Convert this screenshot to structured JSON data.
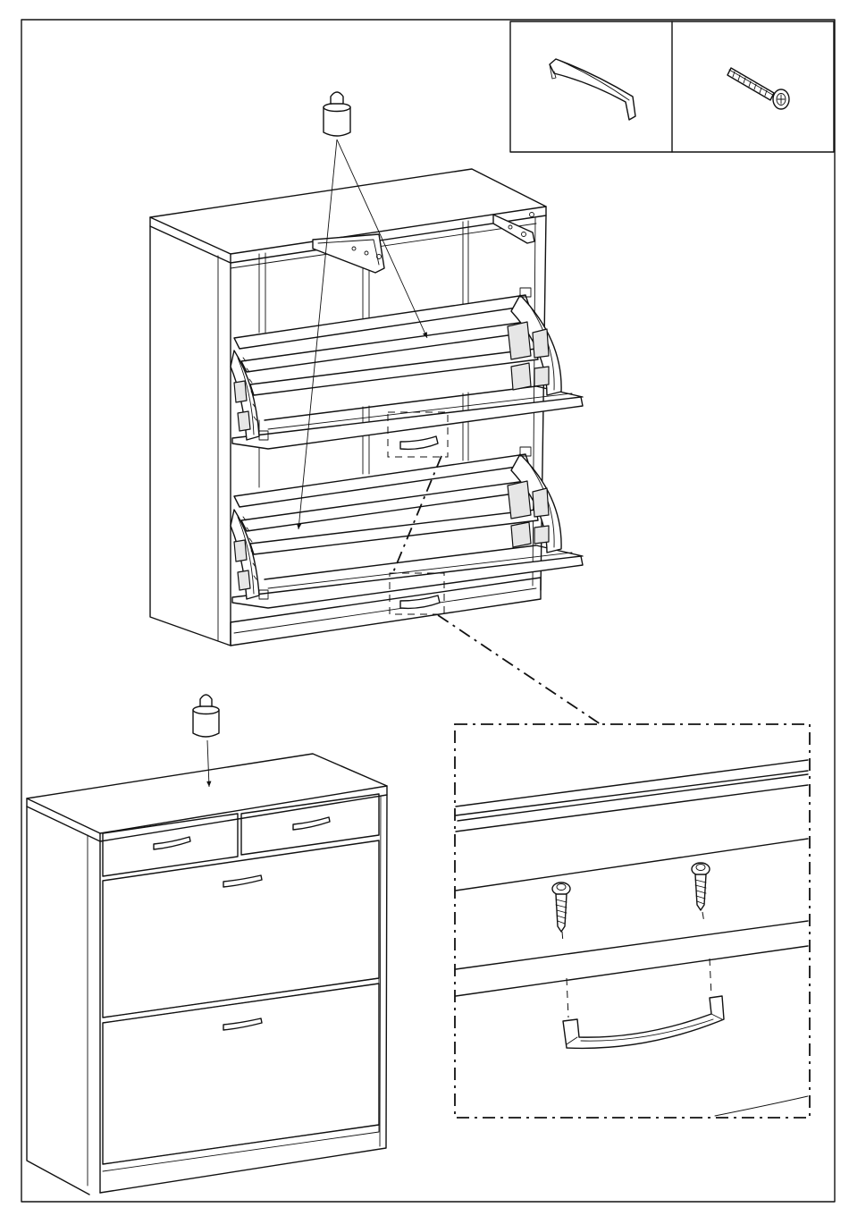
{
  "diagram": {
    "type": "assembly-instruction",
    "text": "",
    "parts_box": [
      {
        "part": "handle",
        "icon": "handle-icon"
      },
      {
        "part": "screw",
        "icon": "screw-icon"
      }
    ],
    "colors": {
      "line": "#111111",
      "background": "#ffffff"
    }
  }
}
